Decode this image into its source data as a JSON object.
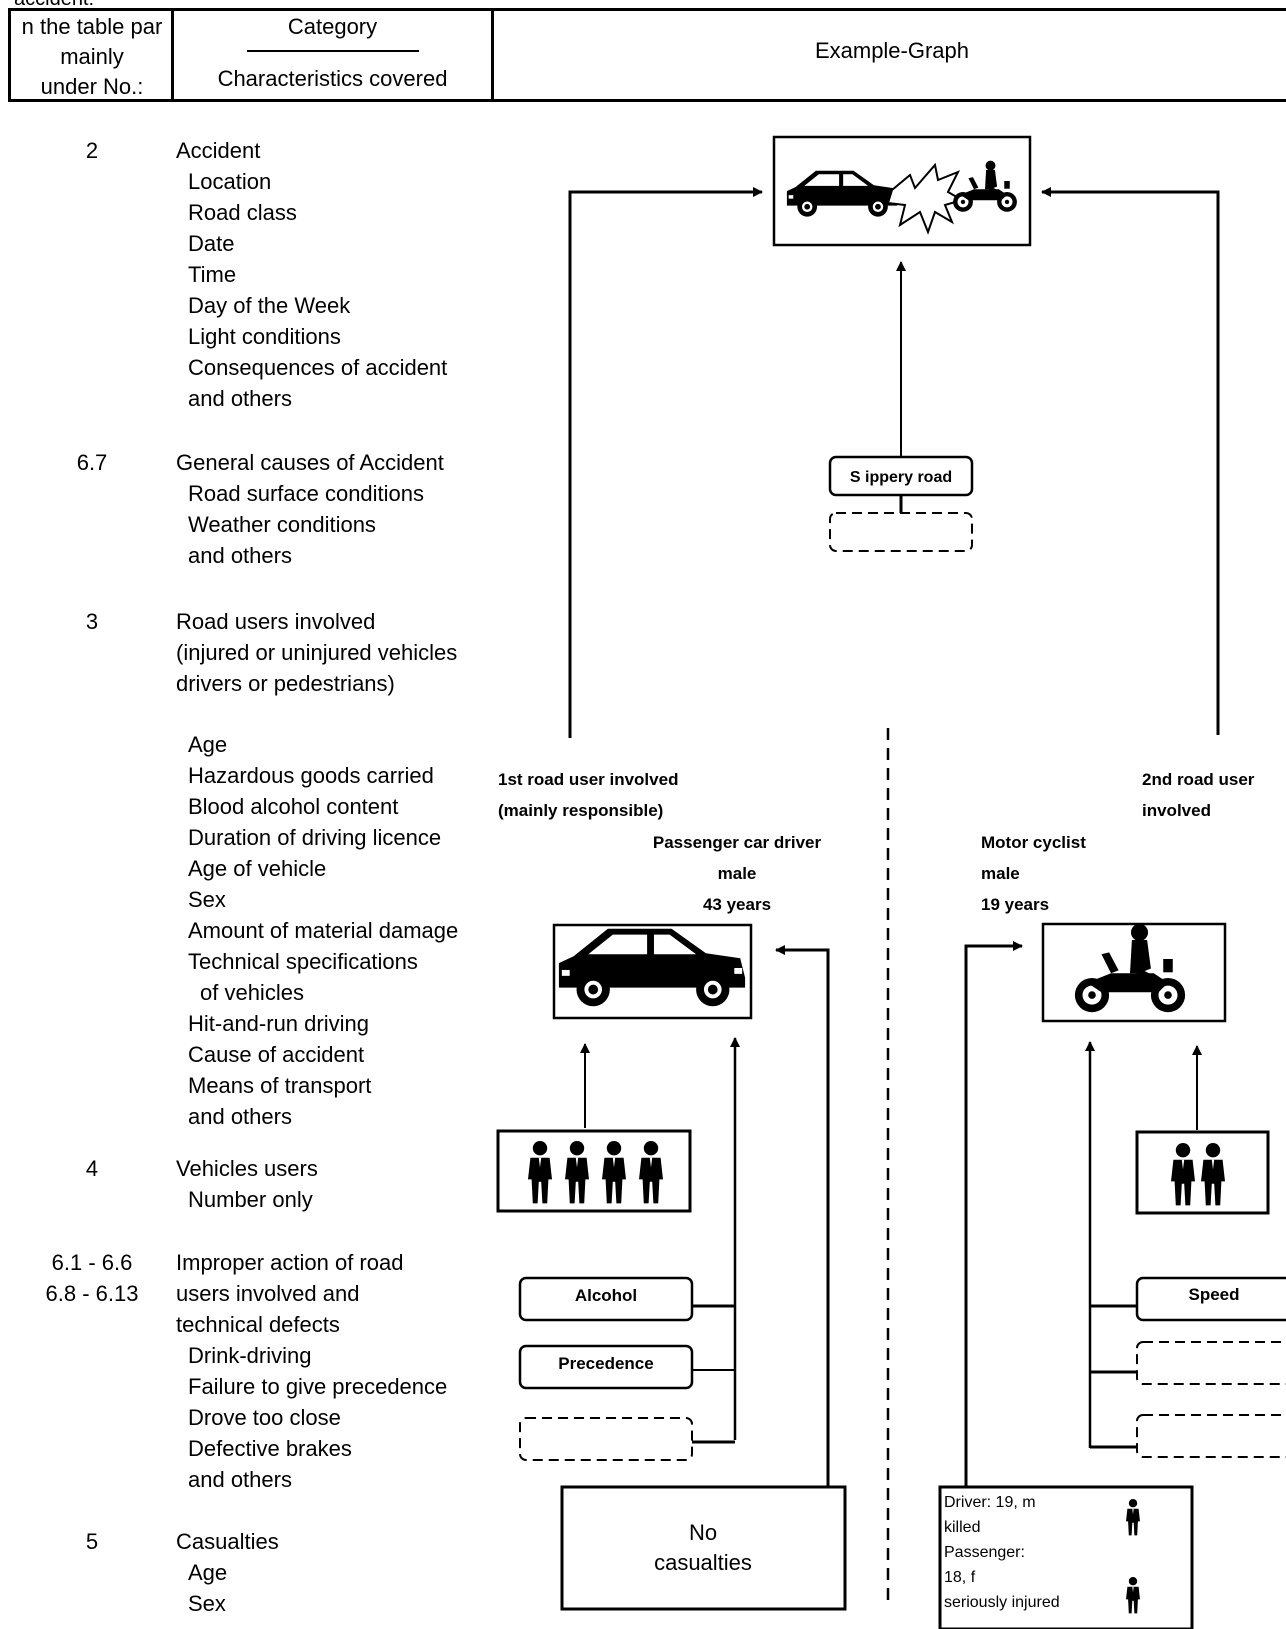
{
  "top_fragment": "accident:",
  "header": {
    "col1_lines": [
      "n the table par",
      "mainly",
      "under No.:"
    ],
    "col2_top": "Category",
    "col2_bottom": "Characteristics covered",
    "col3": "Example-Graph"
  },
  "sections": [
    {
      "num": [
        "2"
      ],
      "lines": [
        "Accident",
        "Location",
        "Road class",
        "Date",
        "Time",
        "Day of the Week",
        "Light conditions",
        "Consequences of accident",
        "and others"
      ]
    },
    {
      "num": [
        "6.7"
      ],
      "lines": [
        "General causes of Accident",
        "Road surface conditions",
        "Weather conditions",
        "and others"
      ]
    },
    {
      "num": [
        "3"
      ],
      "lines": [
        "Road users involved",
        "(injured or uninjured vehicles",
        "drivers or pedestrians)"
      ]
    },
    {
      "num": [],
      "lines": [
        "Age",
        "Hazardous goods carried",
        "Blood alcohol content",
        "Duration of driving licence",
        "Age of vehicle",
        "Sex",
        "Amount of material damage",
        "Technical specifications",
        "of vehicles",
        "Hit-and-run driving",
        "Cause of accident",
        "Means of transport",
        "and others"
      ]
    },
    {
      "num": [
        "4"
      ],
      "lines": [
        "Vehicles users",
        "Number only"
      ]
    },
    {
      "num": [
        "6.1 - 6.6",
        "6.8 - 6.13"
      ],
      "lines": [
        "Improper action of road",
        "users involved and",
        "technical defects",
        "Drink-driving",
        "Failure to give precedence",
        "Drove too close",
        "Defective brakes",
        "and others"
      ]
    },
    {
      "num": [
        "5"
      ],
      "lines": [
        "Casualties",
        "Age",
        "Sex"
      ]
    }
  ],
  "graph": {
    "slippery_label": "S ippery road",
    "first_user_line1": "1st road user involved",
    "first_user_line2": "(mainly responsible)",
    "first_vehicle": [
      "Passenger car driver",
      "male",
      "43 years"
    ],
    "second_user_line1": "2nd road user",
    "second_user_line2": "involved",
    "second_vehicle": [
      "Motor cyclist",
      "male",
      "19 years"
    ],
    "left_causes": [
      "Alcohol",
      "Precedence"
    ],
    "right_causes": [
      "Speed"
    ],
    "no_casualties": [
      "No",
      "casualties"
    ],
    "casualty_info": [
      "Driver: 19, m",
      "killed",
      "Passenger:",
      "18, f",
      "seriously injured"
    ],
    "left_occupants": 4,
    "right_occupants": 2
  }
}
